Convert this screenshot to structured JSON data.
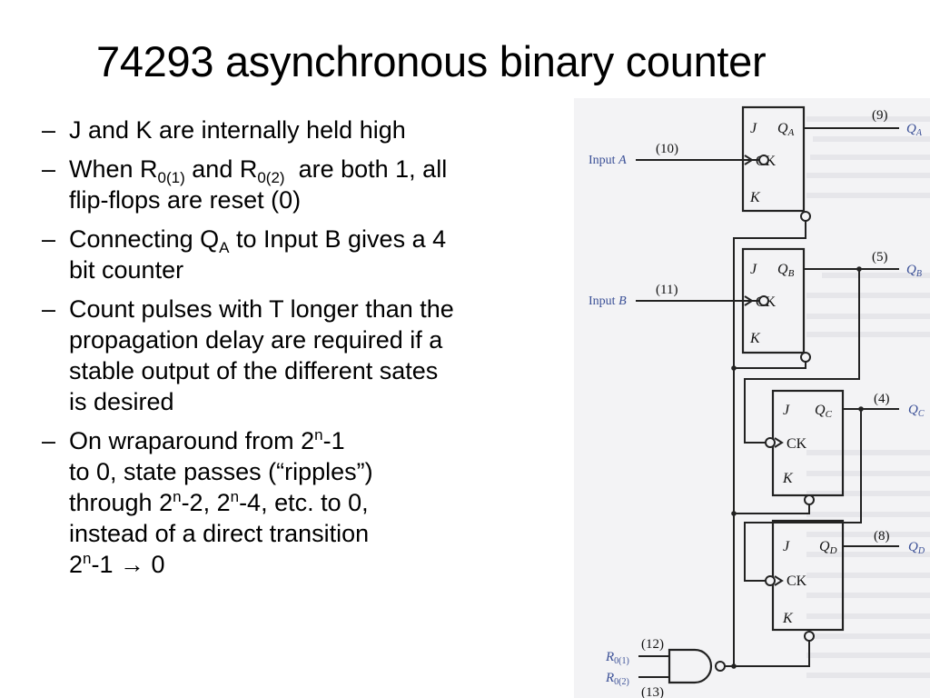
{
  "slide": {
    "title": "74293 asynchronous binary counter",
    "bullets": [
      {
        "dash": "–",
        "lines": [
          {
            "text": "J and K are internally held high"
          }
        ]
      },
      {
        "dash": "–",
        "lines": [
          {
            "a": "When R",
            "sub1": "0(1)",
            "b": " and R",
            "sub2": "0(2)",
            "c": "  are both 1, all"
          },
          {
            "text": "flip-flops are reset (0)"
          }
        ]
      },
      {
        "dash": "–",
        "lines": [
          {
            "a": "Connecting Q",
            "sub1": "A",
            "b": " to Input B gives a 4"
          },
          {
            "text": "bit counter"
          }
        ]
      },
      {
        "dash": "–",
        "lines": [
          {
            "text": "Count pulses with T longer than the"
          },
          {
            "text": "propagation delay are required if a"
          },
          {
            "text": "stable output of the different sates"
          },
          {
            "text": "is desired"
          }
        ]
      },
      {
        "dash": "–",
        "lines": [
          {
            "a": "On wraparound from 2",
            "sup1": "n",
            "b": "-1"
          },
          {
            "text": "to 0, state passes (“ripples”)"
          },
          {
            "a": "through 2",
            "sup1": "n",
            "b": "-2, 2",
            "sup2": "n",
            "c": "-4, etc. to 0,"
          },
          {
            "text": "instead of a direct transition"
          },
          {
            "a": "2",
            "sup1": "n",
            "b": "-1 ",
            "arrow": "→",
            "c": " 0"
          }
        ]
      }
    ]
  },
  "figure": {
    "flip_flops": [
      {
        "name": "A",
        "j": "J",
        "k": "K",
        "ck": "CK",
        "q": "Q",
        "q_sub": "A",
        "pin": "(9)",
        "out_label": "Q",
        "out_sub": "A"
      },
      {
        "name": "B",
        "j": "J",
        "k": "K",
        "ck": "CK",
        "q": "Q",
        "q_sub": "B",
        "pin": "(5)",
        "out_label": "Q",
        "out_sub": "B"
      },
      {
        "name": "C",
        "j": "J",
        "k": "K",
        "ck": "CK",
        "q": "Q",
        "q_sub": "C",
        "pin": "(4)",
        "out_label": "Q",
        "out_sub": "C"
      },
      {
        "name": "D",
        "j": "J",
        "k": "K",
        "ck": "CK",
        "q": "Q",
        "q_sub": "D",
        "pin": "(8)",
        "out_label": "Q",
        "out_sub": "D"
      }
    ],
    "input_a": {
      "label": "Input",
      "letter": "A",
      "pin": "(10)"
    },
    "input_b": {
      "label": "Input",
      "letter": "B",
      "pin": "(11)"
    },
    "reset1": {
      "label": "R",
      "sub": "0(1)",
      "pin": "(12)"
    },
    "reset2": {
      "label": "R",
      "sub": "0(2)",
      "pin": "(13)"
    },
    "colors": {
      "input_label": "#3a4f96",
      "wire": "#222222",
      "background": "#f3f3f5"
    }
  }
}
